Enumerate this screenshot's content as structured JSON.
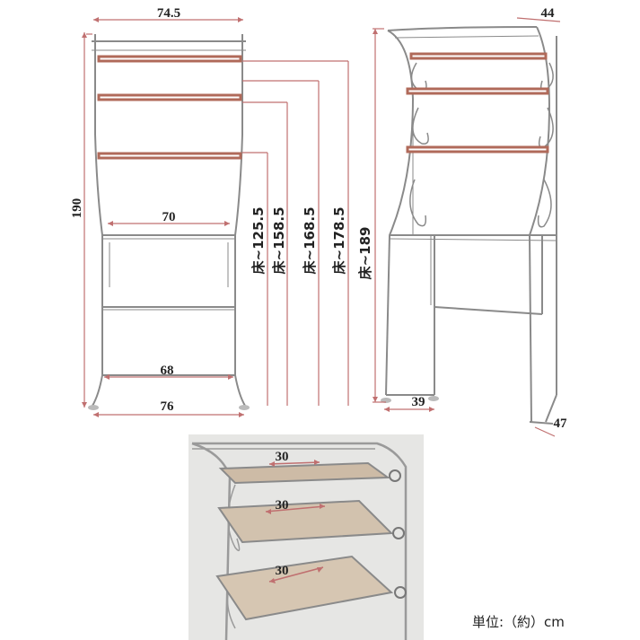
{
  "front_view": {
    "top_width": "74.5",
    "height": "190",
    "inner_width_mid": "70",
    "inner_width_bottom": "68",
    "base_width": "76",
    "shelf_heights": [
      "床~125.5",
      "床~158.5",
      "床~168.5",
      "床~178.5"
    ]
  },
  "side_view": {
    "top_depth": "44",
    "total_height": "床~189",
    "base_depth": "39",
    "foot_depth": "47"
  },
  "shelf_detail": {
    "shelf_depths": [
      "30",
      "30",
      "30"
    ]
  },
  "unit_label": "単位:（約）cm",
  "colors": {
    "frame": "#8a8a8a",
    "shelf": "#b06a5a",
    "dimension": "#c07070",
    "photo_bg": "#e6e6e4"
  }
}
